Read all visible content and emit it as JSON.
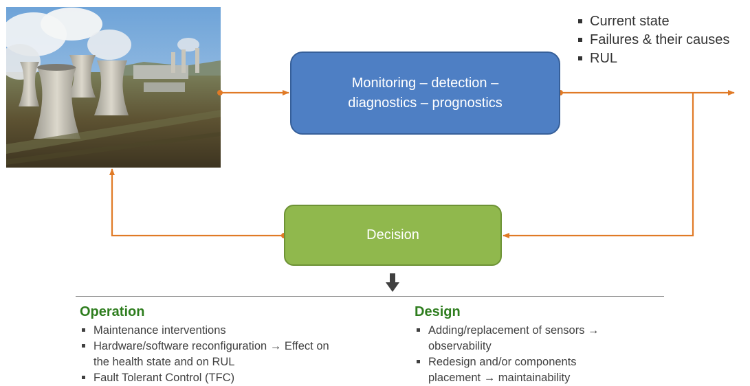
{
  "diagram": {
    "monitoring_box": {
      "line1": "Monitoring – detection –",
      "line2": "diagnostics – prognostics"
    },
    "decision_box": {
      "label": "Decision"
    },
    "outputs": [
      "Current state",
      "Failures & their causes",
      "RUL"
    ],
    "operation": {
      "title": "Operation",
      "items": [
        "Maintenance interventions",
        "Hardware/software reconfiguration → Effect on the health state and on RUL",
        "Fault Tolerant Control (TFC)"
      ]
    },
    "design": {
      "title": "Design",
      "items": [
        "Adding/replacement of sensors → observability",
        "Redesign and/or components placement → maintainability"
      ]
    },
    "colors": {
      "arrow": "#e07a26",
      "monitoring_fill": "#4e7fc4",
      "decision_fill": "#90b84d",
      "title_green": "#2e7d1e"
    },
    "image": {
      "subject": "power-plant-cooling-towers"
    }
  }
}
